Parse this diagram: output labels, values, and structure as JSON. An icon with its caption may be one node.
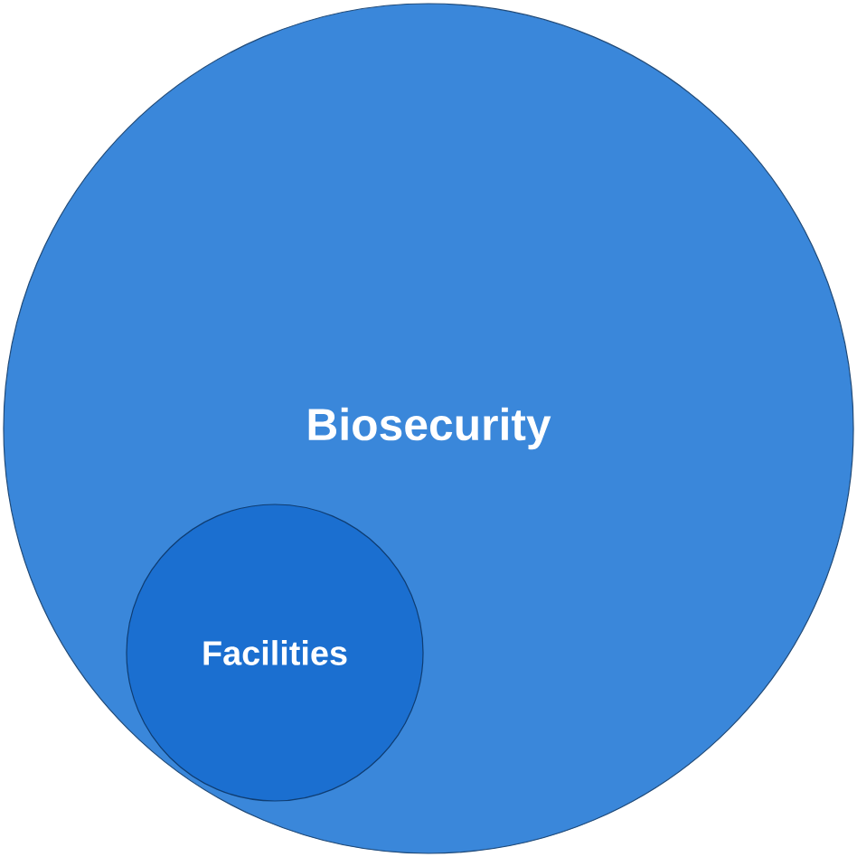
{
  "diagram": {
    "nodes": [
      {
        "text": [
          "Biosecurity"
        ]
      },
      {
        "text": [
          "Facilities"
        ],
        "in": 0
      }
    ]
  }
}
